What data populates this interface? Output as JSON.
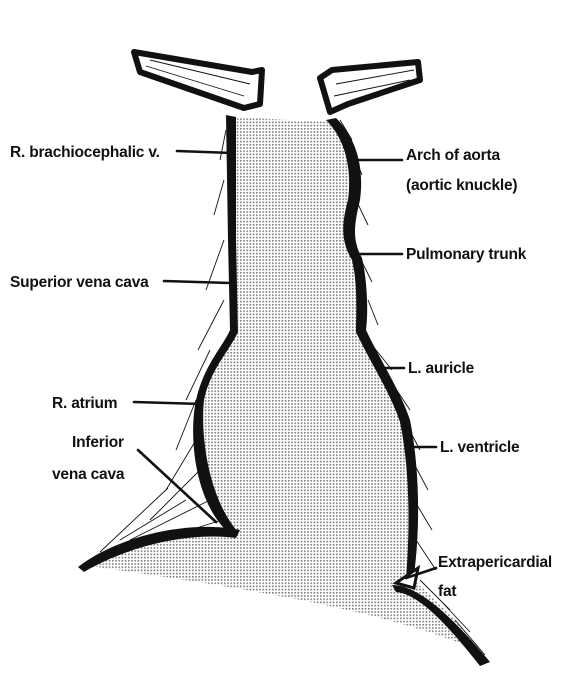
{
  "figure": {
    "labels": {
      "r_brachiocephalic": "R. brachiocephalic v.",
      "superior_vena_cava": "Superior vena cava",
      "r_atrium": "R. atrium",
      "inferior_vena_cava_line1": "Inferior",
      "inferior_vena_cava_line2": "vena cava",
      "arch_of_aorta_line1": "Arch of aorta",
      "arch_of_aorta_line2": "(aortic knuckle)",
      "pulmonary_trunk": "Pulmonary trunk",
      "l_auricle": "L. auricle",
      "l_ventricle": "L. ventricle",
      "extrapericardial_line1": "Extrapericardial",
      "extrapericardial_line2": "fat"
    },
    "colors": {
      "ink": "#111111",
      "background": "#ffffff"
    }
  }
}
